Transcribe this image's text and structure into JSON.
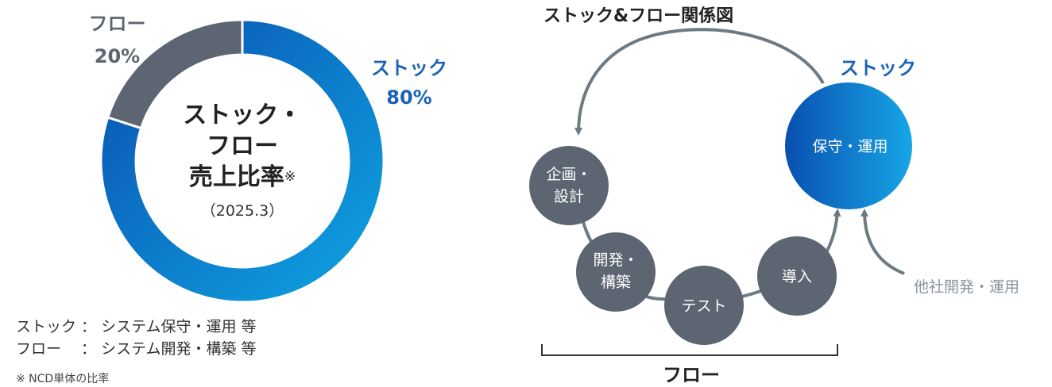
{
  "chart_data": {
    "type": "pie",
    "categories": [
      "ストック",
      "フロー"
    ],
    "values": [
      80,
      20
    ],
    "unit": "%",
    "colors": {
      "ストック": "#0a62c0",
      "ストック_end": "#0fa3e2",
      "フロー": "#5c6571"
    },
    "labels": {
      "stock_name": "ストック",
      "stock_pct": "80%",
      "flow_name": "フロー",
      "flow_pct": "20%"
    },
    "center": {
      "line1": "ストック・",
      "line2": "フロー",
      "line3": "売上比率",
      "mark": "※",
      "sub": "（2025.3）"
    }
  },
  "legend": {
    "stock": "ストック ： システム保守・運用 等",
    "flow": "フロー　 ： システム開発・構築 等"
  },
  "footnote": "※ NCD単体の比率",
  "diagram": {
    "title": "ストック&フロー関係図",
    "stock_label": "ストック",
    "stock_node": "保守・運用",
    "flow_label": "フロー",
    "other_label": "他社開発・運用",
    "nodes": [
      {
        "lines": [
          "企画・",
          "設計"
        ]
      },
      {
        "lines": [
          "開発・",
          "構築"
        ]
      },
      {
        "lines": [
          "テスト"
        ]
      },
      {
        "lines": [
          "導入"
        ]
      }
    ],
    "colors": {
      "node": "#5c6571",
      "arrow": "#6e7a82",
      "stock_start": "#0a4fb0",
      "stock_end": "#16a6e6"
    }
  }
}
